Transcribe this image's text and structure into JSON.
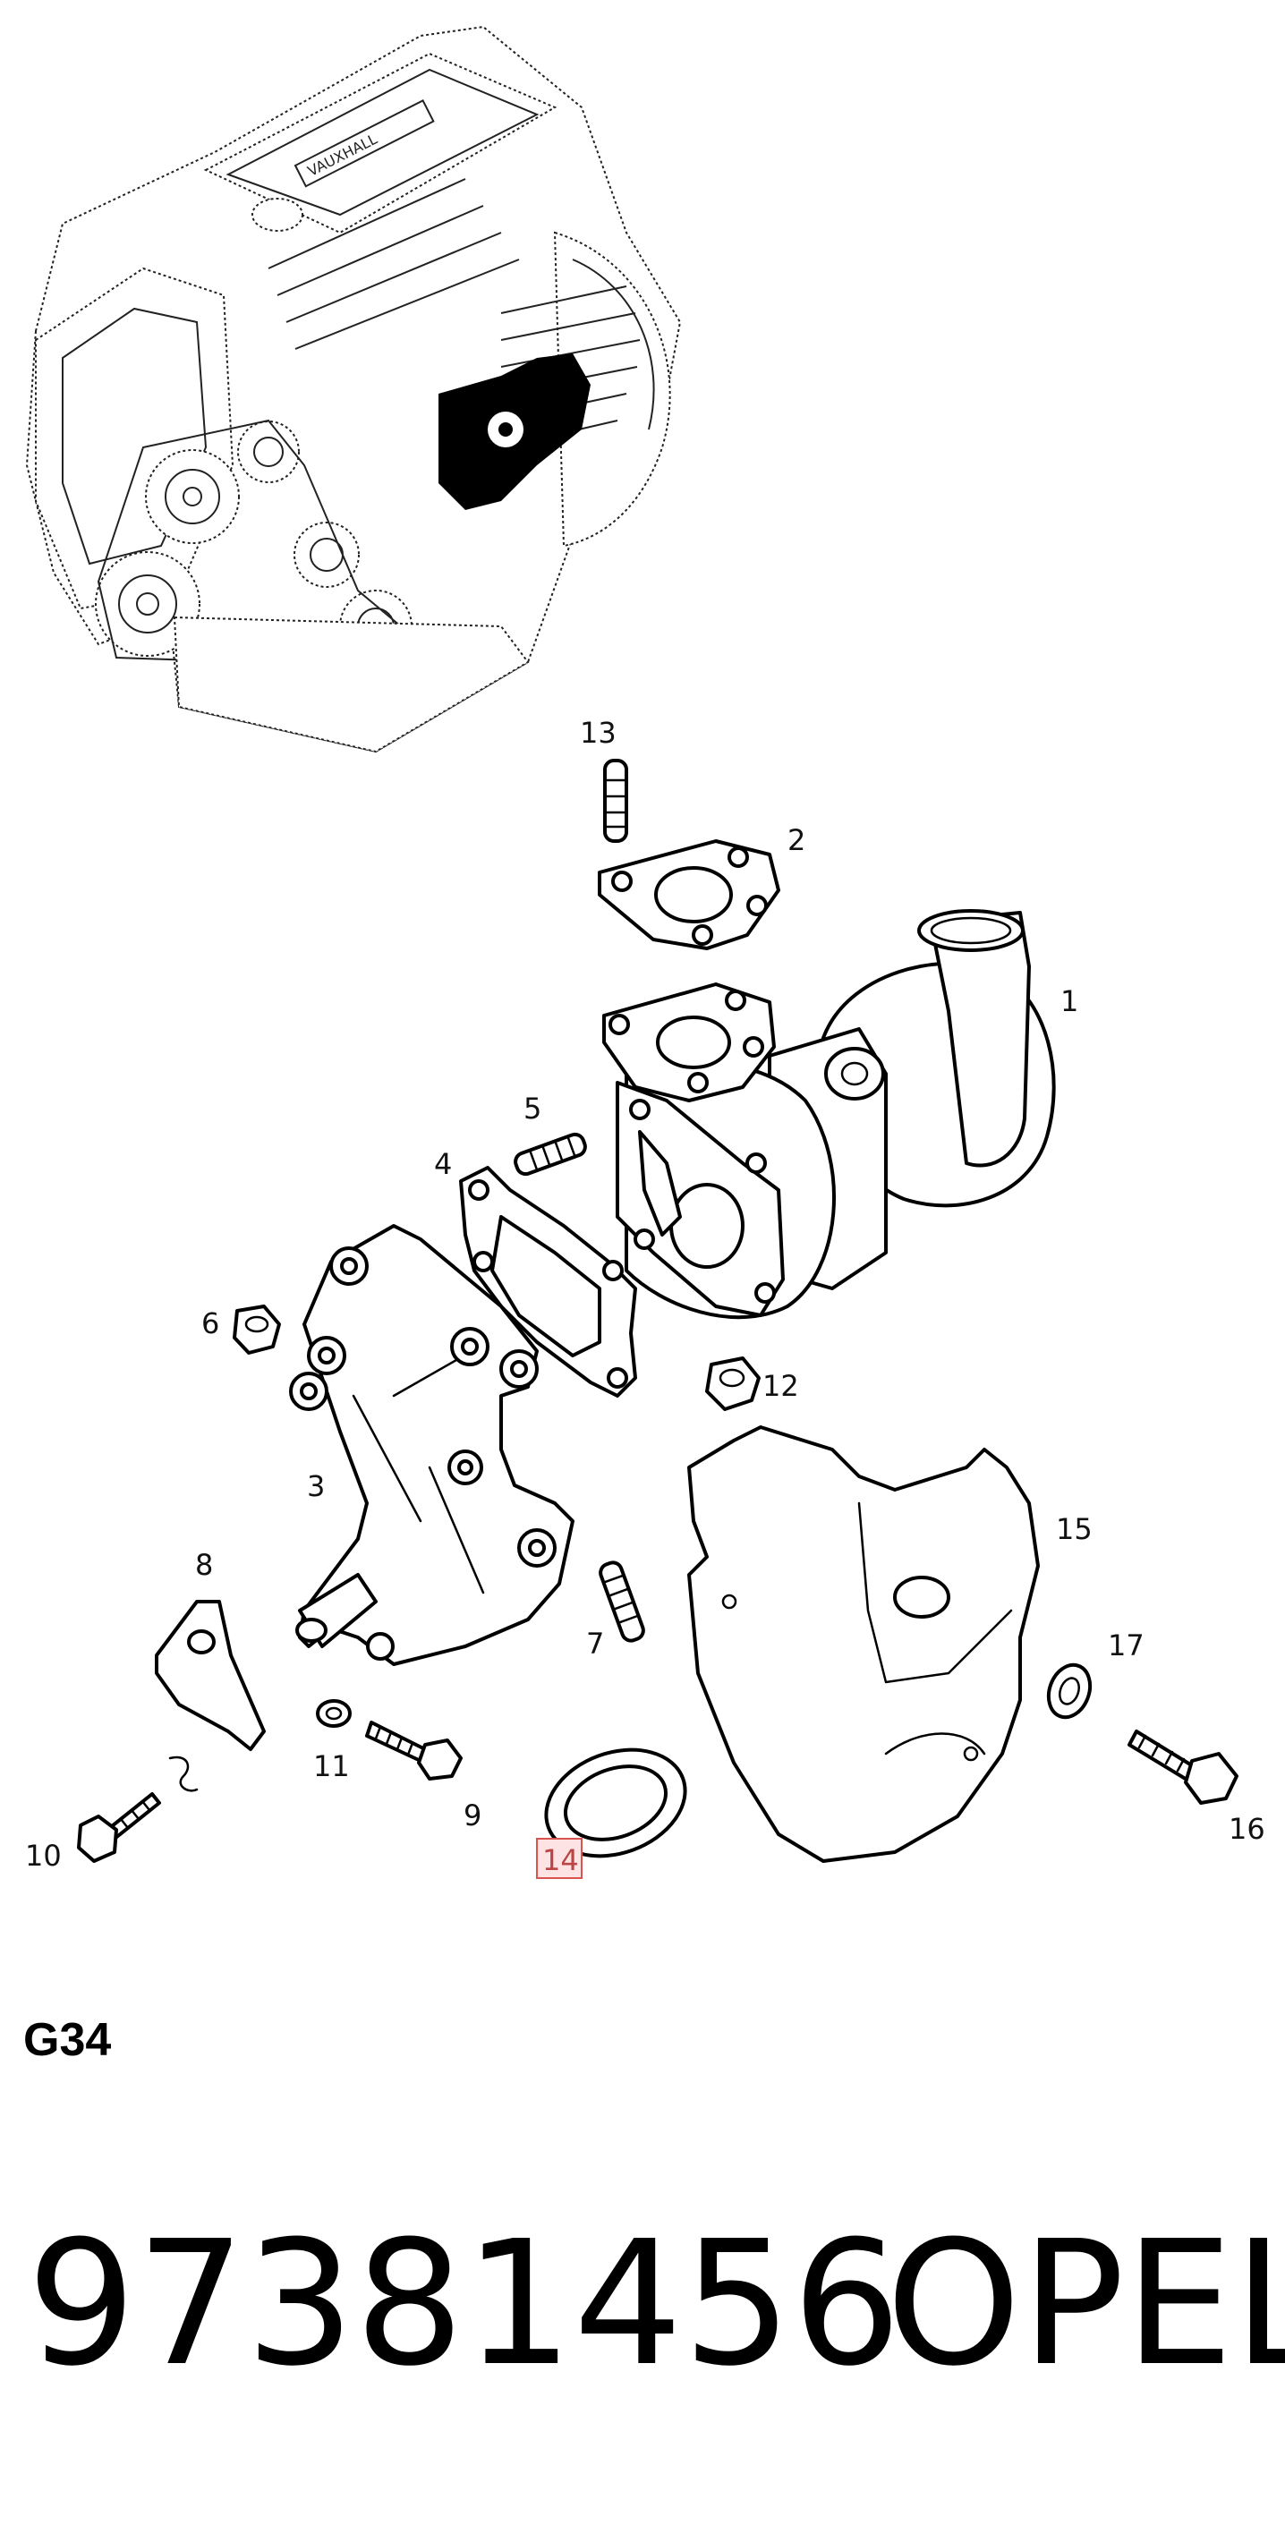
{
  "diagram": {
    "code": "G34",
    "callouts": [
      "1",
      "2",
      "3",
      "4",
      "5",
      "6",
      "7",
      "8",
      "9",
      "10",
      "11",
      "12",
      "13",
      "14",
      "15",
      "16",
      "17"
    ],
    "highlighted_callout": "14"
  },
  "footer": {
    "part_number": "97381456",
    "brand": "OPEL"
  },
  "engine_badge": "VAUXHALL"
}
